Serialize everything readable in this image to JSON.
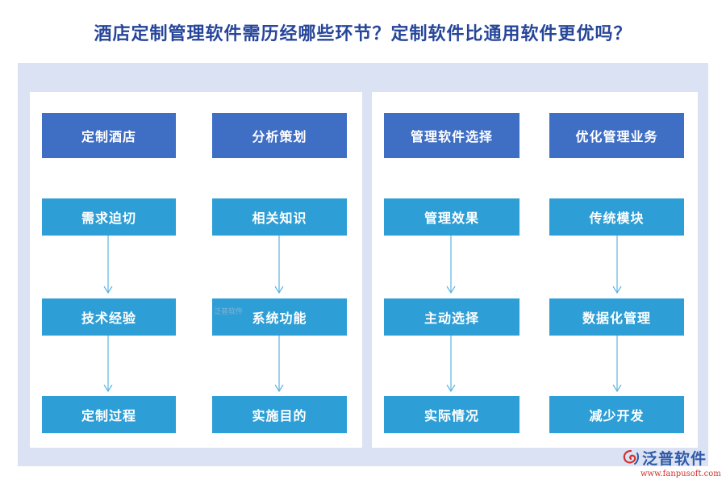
{
  "title": "酒店定制管理软件需历经哪些环节？定制软件比通用软件更优吗？",
  "columns": [
    {
      "header": "定制酒店",
      "steps": [
        "需求迫切",
        "技术经验",
        "定制过程"
      ]
    },
    {
      "header": "分析策划",
      "steps": [
        "相关知识",
        "系统功能",
        "实施目的"
      ]
    },
    {
      "header": "管理软件选择",
      "steps": [
        "管理效果",
        "主动选择",
        "实际情况"
      ]
    },
    {
      "header": "优化管理业务",
      "steps": [
        "传统模块",
        "数据化管理",
        "减少开发"
      ]
    }
  ],
  "watermark": {
    "inline_text": "泛普软件"
  },
  "logo": {
    "name": "泛普软件",
    "url": "www.fanpusoft.com"
  },
  "colors": {
    "title": "#27469a",
    "frame": "#dbe2f3",
    "header_box": "#3f6ec5",
    "step_box": "#2e9fd6",
    "arrow": "#5bb4e0",
    "logo_blue": "#2f5aa8",
    "logo_red": "#d2322d"
  }
}
